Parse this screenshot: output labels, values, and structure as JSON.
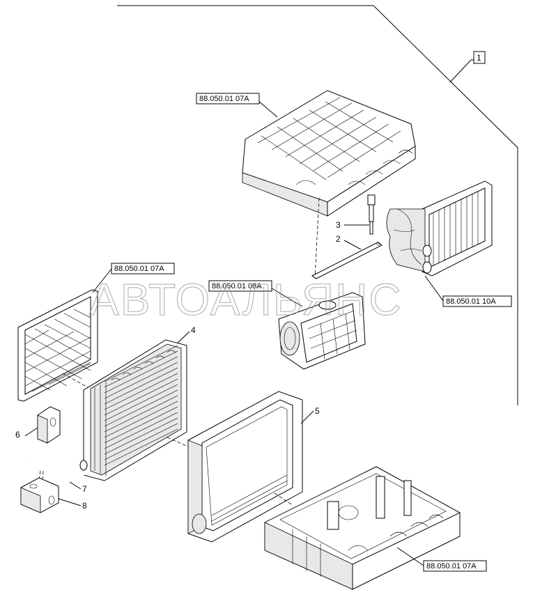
{
  "watermark": "АВТОАЛЬЯНС",
  "references": {
    "top_housing": "88.050.01 07A",
    "filter": "88.050.01 07A",
    "blower": "88.050.01 08A",
    "heater": "88.050.01 10A",
    "bottom_housing": "88.050.01 07A"
  },
  "callouts": {
    "assembly": "1",
    "bracket": "2",
    "sensor": "3",
    "evaporator": "4",
    "frame": "5",
    "seal_block": "6",
    "pipe": "7",
    "valve": "8"
  }
}
